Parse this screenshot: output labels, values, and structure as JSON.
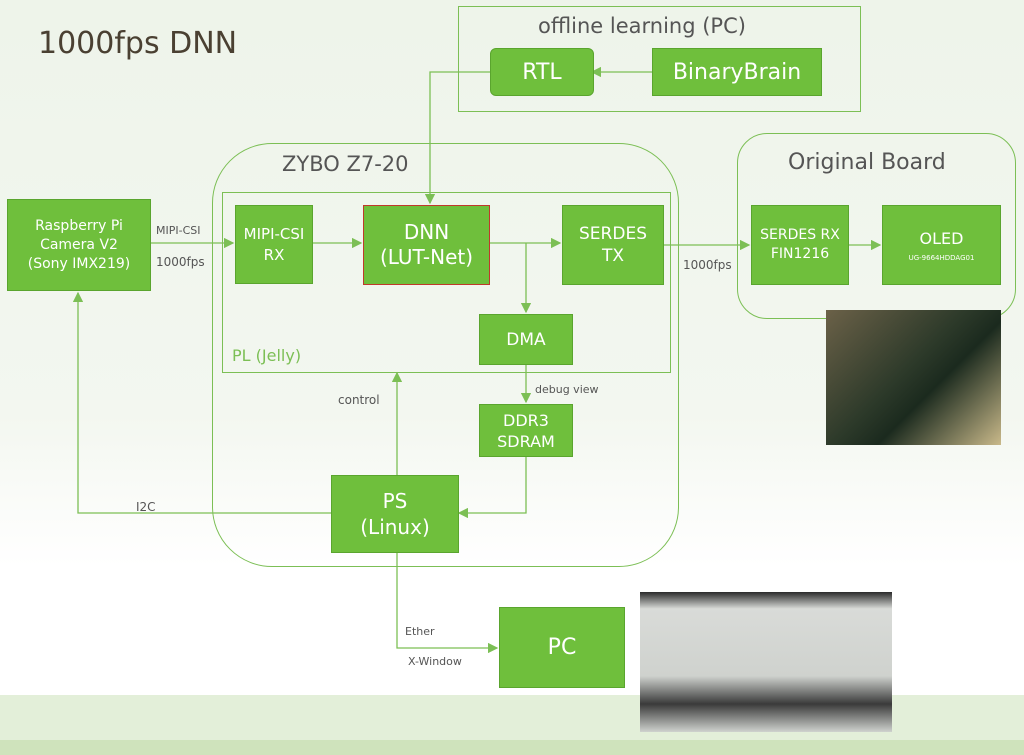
{
  "title": "1000fps DNN",
  "groups": {
    "offline": "offline learning (PC)",
    "zybo": "ZYBO Z7-20",
    "pl": "PL (Jelly)",
    "original": "Original Board"
  },
  "blocks": {
    "rtl": "RTL",
    "binarybrain": "BinaryBrain",
    "camera": [
      "Raspberry Pi",
      "Camera V2",
      "(Sony IMX219)"
    ],
    "mipi_rx": [
      "MIPI-CSI",
      "RX"
    ],
    "dnn": [
      "DNN",
      "(LUT-Net)"
    ],
    "serdes_tx": [
      "SERDES",
      "TX"
    ],
    "dma": "DMA",
    "ddr3": [
      "DDR3",
      "SDRAM"
    ],
    "ps": [
      "PS",
      "(Linux)"
    ],
    "serdes_rx": [
      "SERDES RX",
      "FIN1216"
    ],
    "oled": "OLED",
    "oled_part": "UG-9664HDDAG01",
    "pc": "PC"
  },
  "labels": {
    "mipi_csi": "MIPI-CSI",
    "fps1": "1000fps",
    "fps2": "1000fps",
    "debug_view": "debug view",
    "control": "control",
    "i2c": "I2C",
    "ether": "Ether",
    "xwindow": "X-Window"
  },
  "colors": {
    "block": "#6fbf3c",
    "line": "#7cbf55",
    "dnn_border": "#c0392b"
  }
}
